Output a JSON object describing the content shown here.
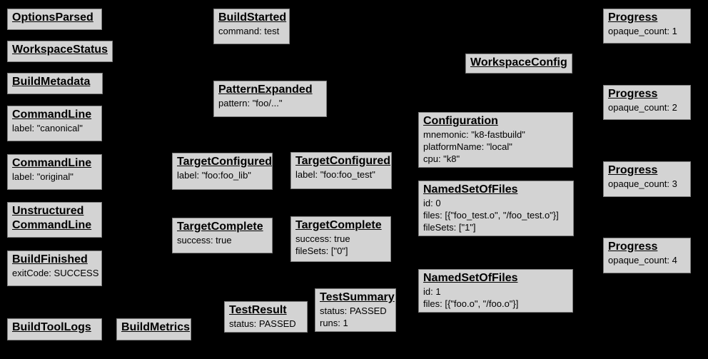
{
  "diagram": {
    "description": "Build event protocol event graph",
    "colors": {
      "background": "#000000",
      "node_fill": "#d3d3d3",
      "node_border": "#7f7f7f",
      "node_text": "#000000"
    }
  },
  "nodes": {
    "options_parsed": {
      "title": "OptionsParsed",
      "body": ""
    },
    "workspace_status": {
      "title": "WorkspaceStatus",
      "body": ""
    },
    "build_metadata": {
      "title": "BuildMetadata",
      "body": ""
    },
    "command_line_canonical": {
      "title": "CommandLine",
      "body": "label: \"canonical\""
    },
    "command_line_original": {
      "title": "CommandLine",
      "body": "label: \"original\""
    },
    "unstructured_command_line": {
      "title": "Unstructured\nCommandLine",
      "body": ""
    },
    "build_finished": {
      "title": "BuildFinished",
      "body": "exitCode: SUCCESS"
    },
    "build_tool_logs": {
      "title": "BuildToolLogs",
      "body": ""
    },
    "build_metrics": {
      "title": "BuildMetrics",
      "body": ""
    },
    "build_started": {
      "title": "BuildStarted",
      "body": "command: test"
    },
    "pattern_expanded": {
      "title": "PatternExpanded",
      "body": "pattern: \"foo/...\""
    },
    "target_configured_lib": {
      "title": "TargetConfigured",
      "body": "label: \"foo:foo_lib\""
    },
    "target_complete_lib": {
      "title": "TargetComplete",
      "body": "success: true"
    },
    "test_result": {
      "title": "TestResult",
      "body": "status: PASSED"
    },
    "target_configured_test": {
      "title": "TargetConfigured",
      "body": "label: \"foo:foo_test\""
    },
    "target_complete_test": {
      "title": "TargetComplete",
      "body": "success: true\nfileSets: [\"0\"]"
    },
    "test_summary": {
      "title": "TestSummary",
      "body": "status: PASSED\nruns: 1"
    },
    "workspace_config": {
      "title": "WorkspaceConfig",
      "body": ""
    },
    "configuration": {
      "title": "Configuration",
      "body": "mnemonic: \"k8-fastbuild\"\nplatformName: \"local\"\ncpu: \"k8\""
    },
    "named_set_of_files_0": {
      "title": "NamedSetOfFiles",
      "body": "id: 0\nfiles: [{\"foo_test.o\", \"/foo_test.o\"}]\nfileSets: [\"1\"]"
    },
    "named_set_of_files_1": {
      "title": "NamedSetOfFiles",
      "body": "id: 1\nfiles: [{\"foo.o\", \"/foo.o\"}]"
    },
    "progress_1": {
      "title": "Progress",
      "body": "opaque_count: 1"
    },
    "progress_2": {
      "title": "Progress",
      "body": "opaque_count: 2"
    },
    "progress_3": {
      "title": "Progress",
      "body": "opaque_count: 3"
    },
    "progress_4": {
      "title": "Progress",
      "body": "opaque_count: 4"
    }
  }
}
